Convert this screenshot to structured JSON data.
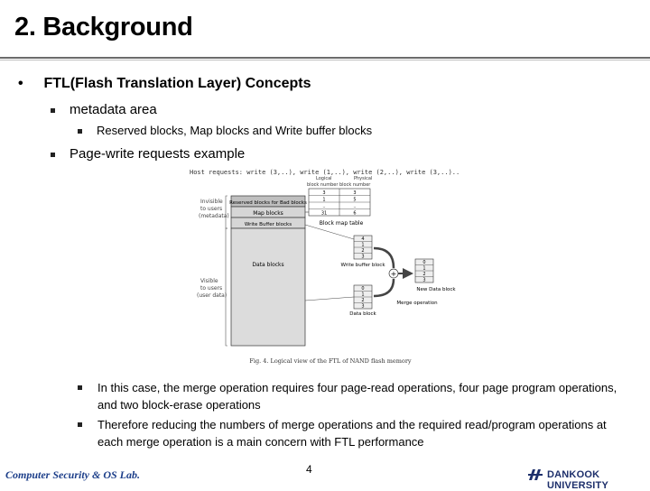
{
  "slide": {
    "title": "2. Background",
    "bullet_main": "FTL(Flash Translation Layer) Concepts",
    "sub1": "metadata area",
    "sub1_detail": "Reserved blocks, Map blocks and Write buffer blocks",
    "sub2": "Page-write requests example",
    "point1": "In this case, the merge operation requires four page-read operations, four page program operations, and two block-erase operations",
    "point2": "Therefore reducing the numbers of merge operations and the required read/program operations at each merge operation is a main concern with FTL performance"
  },
  "figure": {
    "header": "Host requests: write (3,..), write (1,..), write (2,..), write (3,..)..",
    "col_logical": "Logical",
    "col_physical": "Physical",
    "col_sub": "block number block number",
    "map_rows": [
      [
        "3",
        "3"
      ],
      [
        "1",
        "5"
      ],
      [
        "..",
        ".."
      ],
      [
        "31",
        "6"
      ]
    ],
    "reserved_label": "Reserved blocks for Bad blocks",
    "map_blocks": "Map blocks",
    "write_buffer_blocks": "Write Buffer blocks",
    "data_blocks": "Data blocks",
    "invisible": "Invisible to users (metadata)",
    "visible": "Visible to users (user data)",
    "block_map_table": "Block map table",
    "write_buffer_block": "Write buffer block",
    "new_data_block": "New Data block",
    "merge_operation": "Merge operation",
    "data_block": "Data block",
    "caption": "Fig. 4.   Logical view of the FTL of NAND flash memory",
    "wb_pages": [
      "4",
      "1",
      "2",
      "3"
    ],
    "nd_pages": [
      "0",
      "1",
      "2",
      "3"
    ],
    "db_pages": [
      "0",
      "1",
      "2",
      "3"
    ]
  },
  "footer": {
    "lab": "Computer Security & OS Lab.",
    "page": "4",
    "university": "DANKOOK UNIVERSITY",
    "brand_color": "#1d3f8a"
  }
}
